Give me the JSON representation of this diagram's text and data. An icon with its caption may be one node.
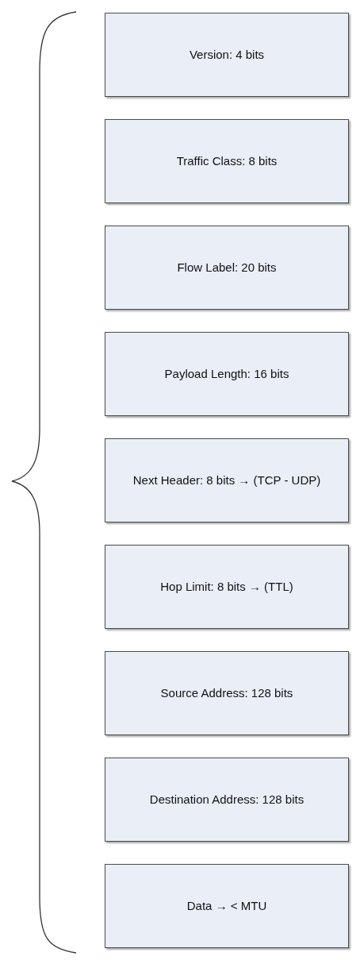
{
  "diagram": {
    "nodes": [
      {
        "text": [
          "Version: 4 bits"
        ]
      },
      {
        "text": [
          "Traffic Class: 8 bits"
        ]
      },
      {
        "text": [
          "Flow Label: 20 bits"
        ]
      },
      {
        "text": [
          "Payload Length: 16 bits"
        ]
      },
      {
        "text": [
          "Next Header: 8 bits → (TCP - UDP)"
        ]
      },
      {
        "text": [
          "Hop Limit: 8 bits → (TTL)"
        ]
      },
      {
        "text": [
          "Source Address: 128 bits"
        ]
      },
      {
        "text": [
          "Destination Address: 128 bits"
        ]
      },
      {
        "text": [
          "Data → < MTU"
        ]
      }
    ]
  }
}
